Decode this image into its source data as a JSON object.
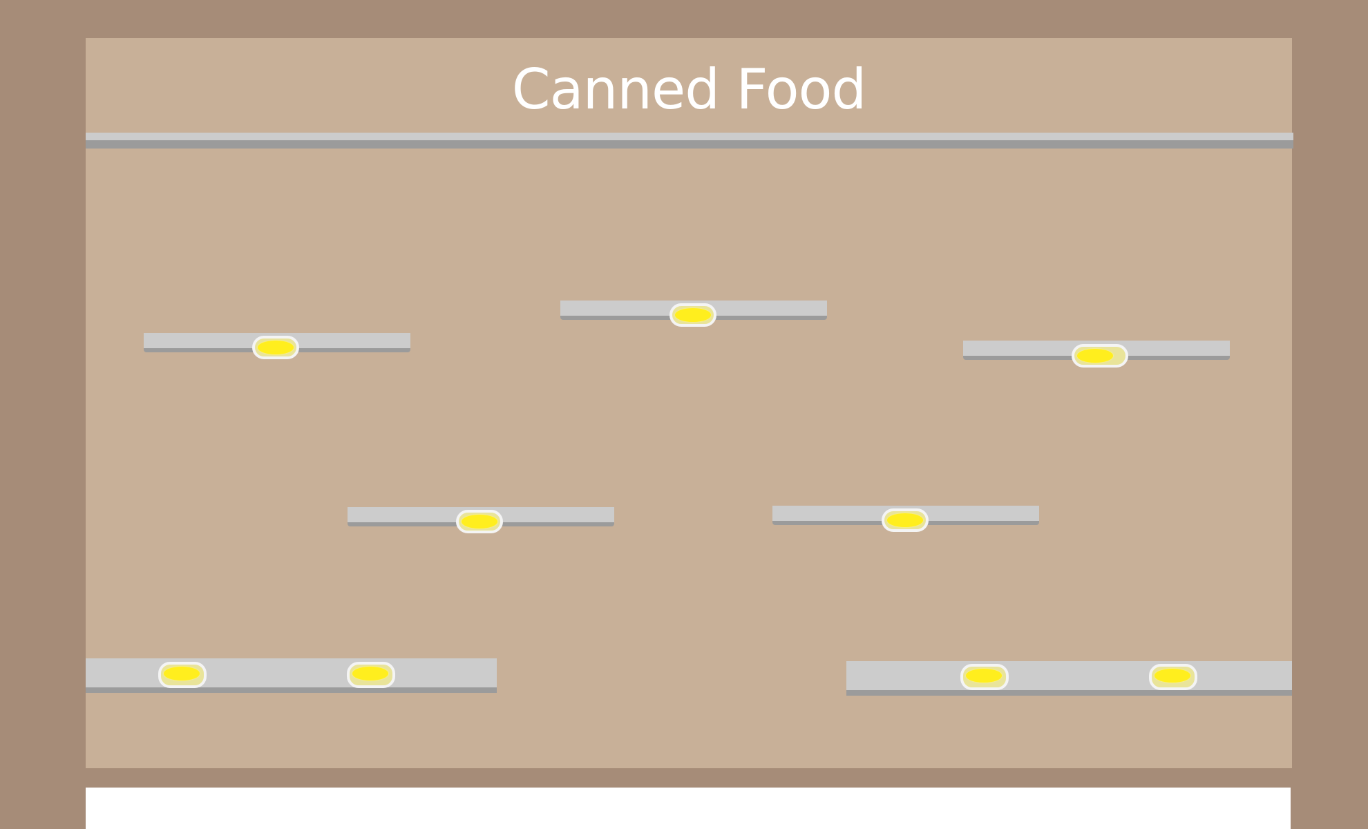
{
  "level": {
    "title": "Canned Food"
  },
  "colors": {
    "wall": "#a68c78",
    "room": "#c8b098",
    "platform": "#cccccc",
    "platform_shadow": "#9b9b9b",
    "coin": "#ffee1e",
    "coin_rim": "#f4f4f4",
    "title_text": "#ffffff"
  },
  "platforms": [
    {
      "name": "platform-upper-left",
      "kind": "small",
      "coins": 1
    },
    {
      "name": "platform-upper-center",
      "kind": "small",
      "coins": 1
    },
    {
      "name": "platform-upper-right",
      "kind": "small",
      "coins": 1
    },
    {
      "name": "platform-middle-left",
      "kind": "small",
      "coins": 1
    },
    {
      "name": "platform-middle-right",
      "kind": "small",
      "coins": 1
    },
    {
      "name": "platform-bottom-left",
      "kind": "big",
      "coins": 2
    },
    {
      "name": "platform-bottom-right",
      "kind": "big",
      "coins": 2
    }
  ]
}
